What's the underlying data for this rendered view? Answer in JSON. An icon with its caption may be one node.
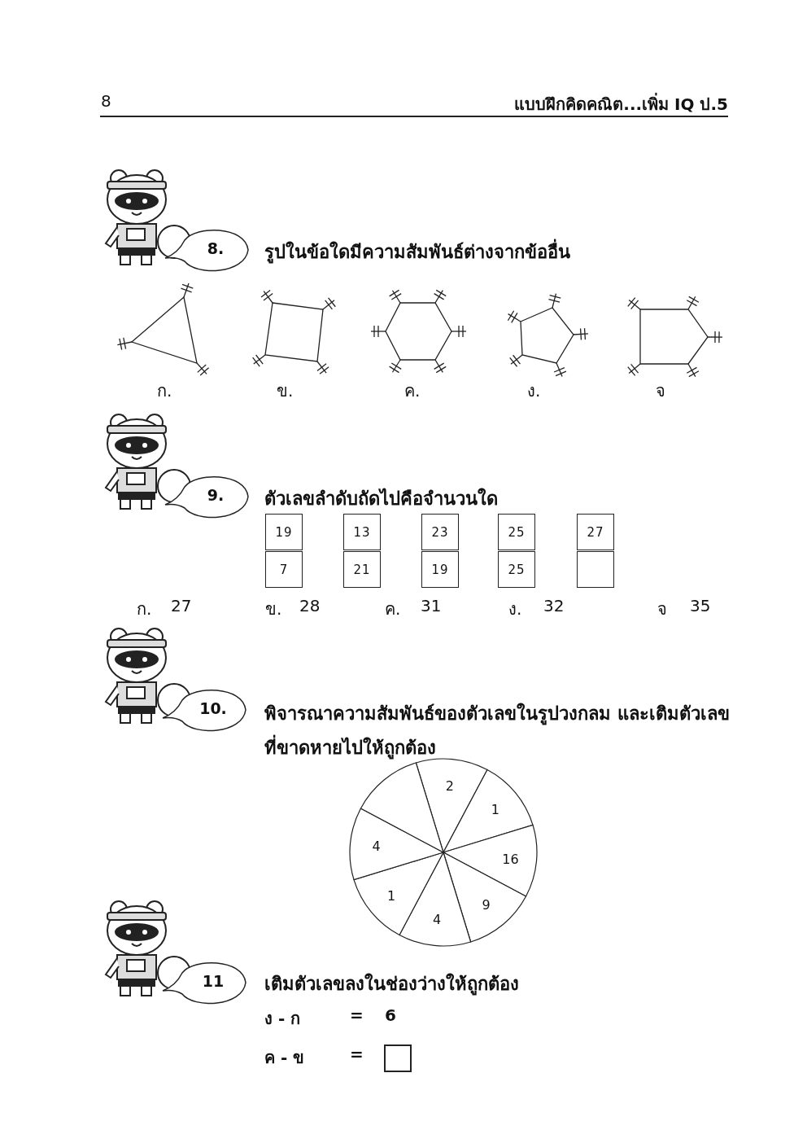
{
  "diagram": {
    "nodes": [
      {
        "text": [
          "8."
        ]
      },
      {
        "text": [
          "9."
        ]
      },
      {
        "text": [
          "19"
        ]
      },
      {
        "text": [
          "7"
        ]
      },
      {
        "text": [
          "13"
        ]
      },
      {
        "text": [
          "21"
        ]
      },
      {
        "text": [
          "23"
        ]
      },
      {
        "text": [
          "19"
        ]
      },
      {
        "text": [
          "25"
        ]
      },
      {
        "text": [
          "25"
        ]
      },
      {
        "text": [
          "27"
        ]
      },
      {
        "text": [],
        "shape": "box"
      },
      {
        "text": [
          "10."
        ]
      },
      {
        "text": [
          "2"
        ]
      },
      {
        "text": [
          "1"
        ]
      },
      {
        "text": [
          "16"
        ]
      },
      {
        "text": [
          "9"
        ]
      },
      {
        "text": [
          "4"
        ]
      },
      {
        "text": [
          "1"
        ]
      },
      {
        "text": [
          "4"
        ]
      },
      {
        "text": [],
        "shape": "sector"
      },
      {
        "text": [
          "11"
        ]
      },
      {
        "text": [],
        "shape": "box"
      }
    ],
    "edges": [],
    "labels": [
      "8",
      "แบบฝึกคิดคณิต...เพิ่ม IQ ป.5",
      "รูปในข้อใดมีความสัมพันธ์ต่างจากข้ออื่น",
      "ก.",
      "ข.",
      "ค.",
      "ง.",
      "จ",
      "ตัวเลขลำดับถัดไปคือจำนวนใด",
      "ก.",
      "27",
      "ข.",
      "28",
      "ค.",
      "31",
      "ง.",
      "32",
      "จ",
      "35",
      "พิจารณาความสัมพันธ์ของตัวเลขในรูปวงกลม และเติมตัวเลขที่ขาดหายไปให้ถูกต้อง",
      "เติมตัวเลขลงในช่องว่างให้ถูกต้อง",
      "ง - ก",
      "=",
      "6",
      "ค - ข",
      "="
    ]
  }
}
